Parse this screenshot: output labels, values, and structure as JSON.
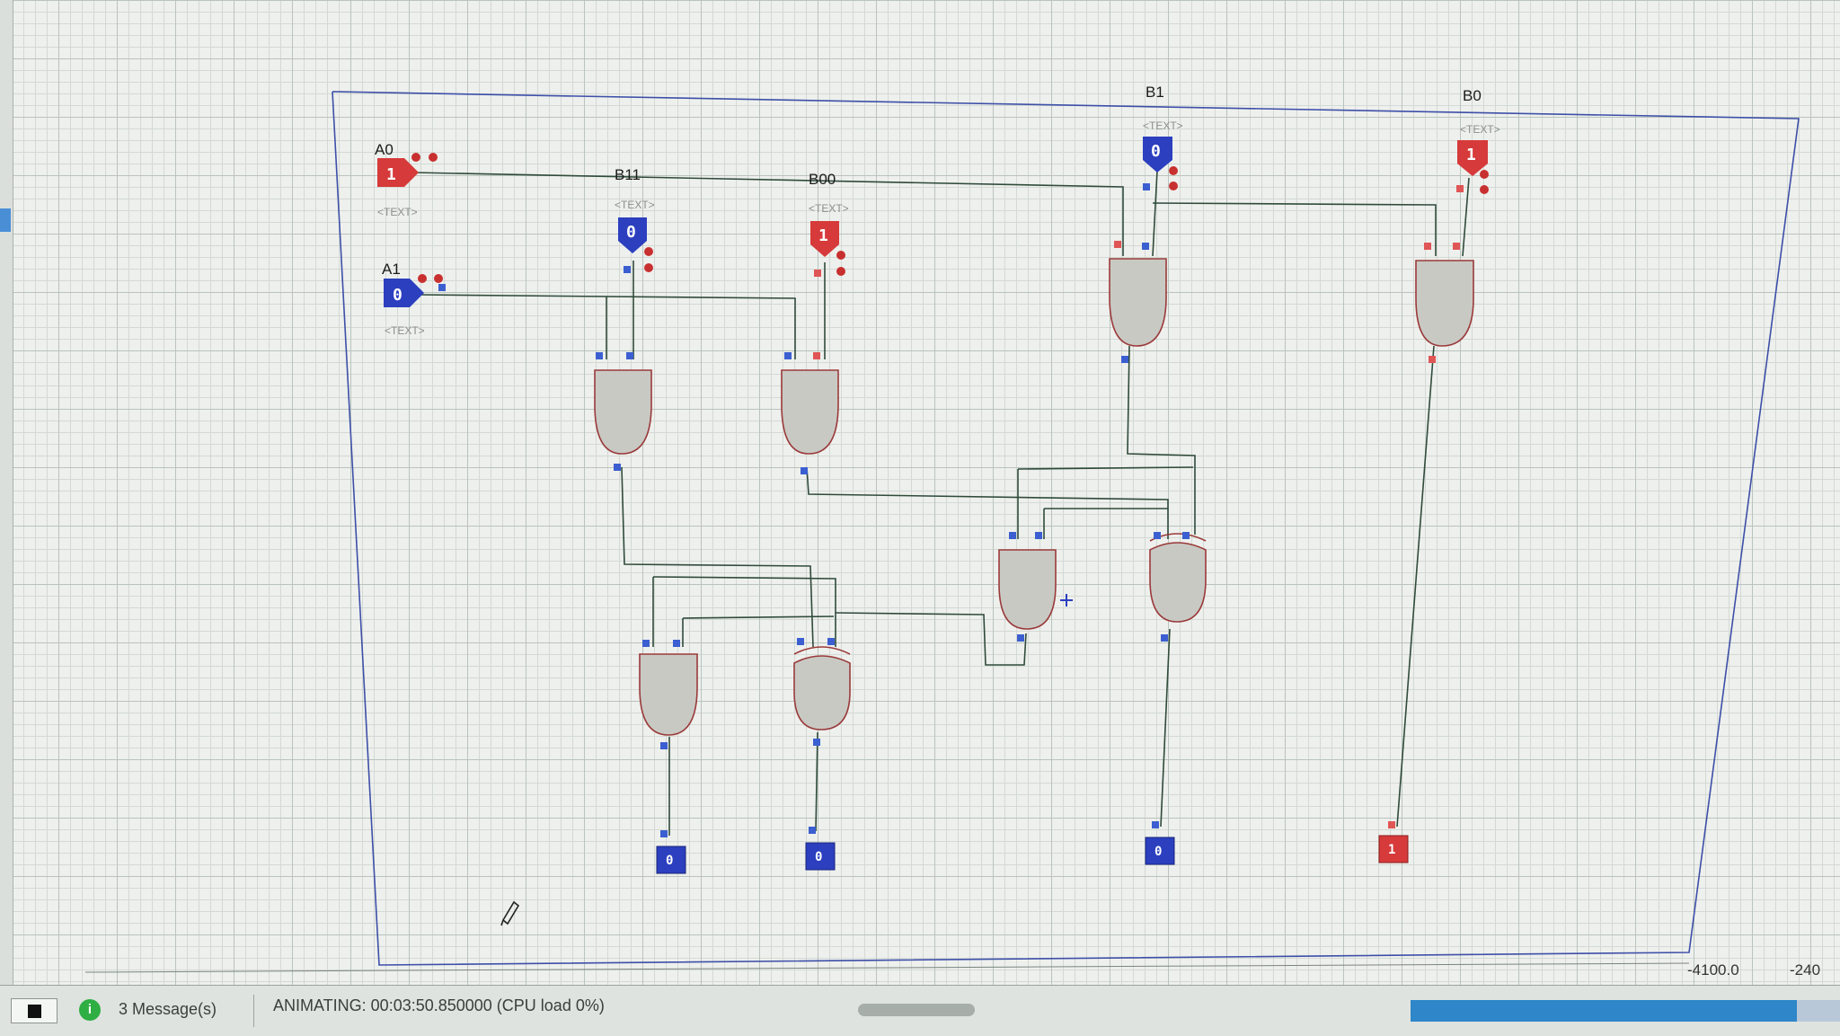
{
  "inputs": [
    {
      "id": "A0",
      "label": "A0",
      "value": "1",
      "state": "high",
      "text": "<TEXT>"
    },
    {
      "id": "A1",
      "label": "A1",
      "value": "0",
      "state": "low",
      "text": "<TEXT>"
    },
    {
      "id": "B11",
      "label": "B11",
      "value": "0",
      "state": "low",
      "text": "<TEXT>"
    },
    {
      "id": "B00",
      "label": "B00",
      "value": "1",
      "state": "high",
      "text": "<TEXT>"
    },
    {
      "id": "B1",
      "label": "B1",
      "value": "0",
      "state": "low",
      "text": "<TEXT>"
    },
    {
      "id": "B0",
      "label": "B0",
      "value": "1",
      "state": "high",
      "text": "<TEXT>"
    }
  ],
  "outputs": [
    {
      "id": "out3",
      "value": "0",
      "state": "low"
    },
    {
      "id": "out2",
      "value": "0",
      "state": "low"
    },
    {
      "id": "out1",
      "value": "0",
      "state": "low"
    },
    {
      "id": "out0",
      "value": "1",
      "state": "high"
    }
  ],
  "gates": [
    "and",
    "and",
    "and",
    "and",
    "and",
    "and",
    "xor",
    "xor"
  ],
  "colors": {
    "high": "#d63a3a",
    "low": "#2b3fbf",
    "grid": "#b9c3bd",
    "wire": "#2f4b3a",
    "gate_fill": "#c9c9c4",
    "gate_stroke": "#9a3a3a",
    "frame": "#3d4fa8"
  },
  "coords": {
    "x": "-4100.0",
    "y": "-240"
  },
  "status": {
    "messages": "3 Message(s)",
    "state": "ANIMATING: 00:03:50.850000 (CPU load 0%)",
    "progress": 0.9
  }
}
